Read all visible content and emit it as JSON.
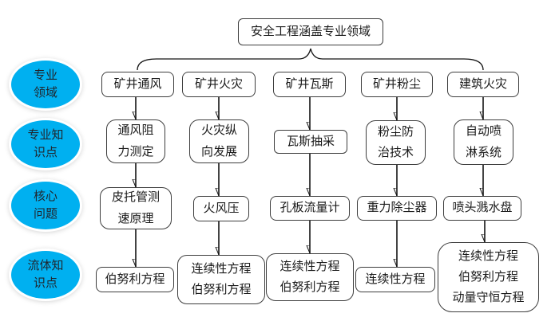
{
  "title": {
    "text": "安全工程涵盖专业领域"
  },
  "row_labels": [
    {
      "id": "field",
      "text": "专业\n领域"
    },
    {
      "id": "knowledge",
      "text": "专业知\n识点"
    },
    {
      "id": "core",
      "text": "核心\n问题"
    },
    {
      "id": "fluid",
      "text": "流体知\n识点"
    }
  ],
  "columns": [
    {
      "field": "矿井通风",
      "knowledge": "通风阻\n力测定",
      "core": "皮托管测\n速原理",
      "fluid": "伯努利方程"
    },
    {
      "field": "矿井火灾",
      "knowledge": "火灾纵\n向发展",
      "core": "火风压",
      "fluid": "连续性方程\n伯努利方程"
    },
    {
      "field": "矿井瓦斯",
      "knowledge": "瓦斯抽采",
      "core": "孔板流量计",
      "fluid": "连续性方程\n伯努利方程"
    },
    {
      "field": "矿井粉尘",
      "knowledge": "粉尘防\n治技术",
      "core": "重力除尘器",
      "fluid": "连续性方程"
    },
    {
      "field": "建筑火灾",
      "knowledge": "自动喷\n淋系统",
      "core": "喷头溅水盘",
      "fluid": "连续性方程\n伯努利方程\n动量守恒方程"
    }
  ],
  "colors": {
    "ellipse_fill": "#00b0f0",
    "connector": "#141414"
  }
}
